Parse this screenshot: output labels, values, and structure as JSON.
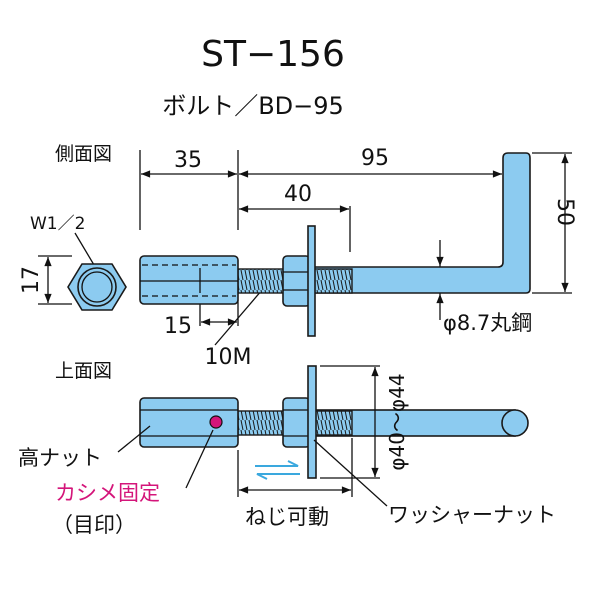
{
  "title": "ST−156",
  "subtitle": "ボルト／BD−95",
  "views": {
    "side": "側面図",
    "top": "上面図"
  },
  "dimensions": {
    "d35": "35",
    "d95": "95",
    "d40": "40",
    "d50": "50",
    "d17": "17",
    "d15": "15",
    "thread": "10M",
    "nut_size": "W1／2",
    "rod": "φ8.7丸鋼",
    "washer": "φ40〜φ44"
  },
  "labels": {
    "high_nut": "高ナット",
    "crimp": "カシメ固定",
    "mark": "（目印）",
    "screw_movable": "ねじ可動",
    "washer_nut": "ワッシャーナット"
  },
  "colors": {
    "part": "#8ccbf0",
    "crimp": "#d4157a",
    "arrow": "#3aa8de"
  }
}
